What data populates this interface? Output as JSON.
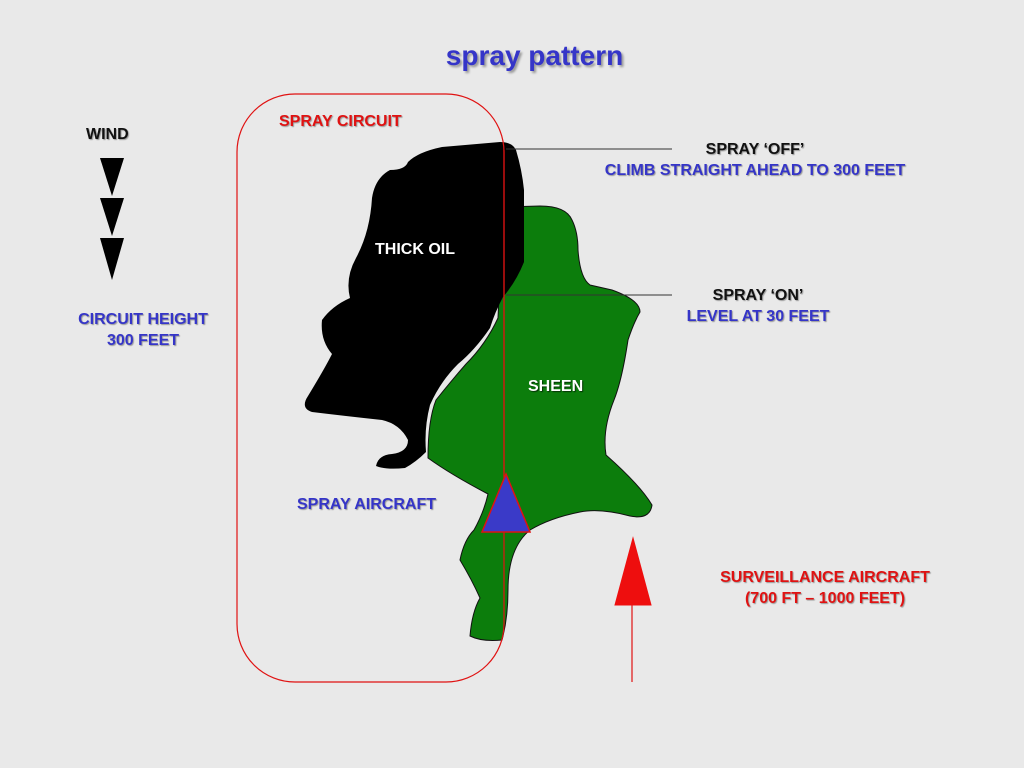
{
  "title": "spray pattern",
  "wind": {
    "label": "WIND",
    "icon": "down-arrow-icon"
  },
  "circuit_height": {
    "line1": "CIRCUIT HEIGHT",
    "line2": "300 FEET"
  },
  "spray_circuit": {
    "label": "SPRAY CIRCUIT"
  },
  "thick_oil": {
    "label": "THICK OIL"
  },
  "sheen": {
    "label": "SHEEN"
  },
  "spray_off": {
    "label": "SPRAY ‘OFF’",
    "instruction": "CLIMB STRAIGHT AHEAD TO 300 FEET"
  },
  "spray_on": {
    "label": "SPRAY ‘ON’",
    "instruction": "LEVEL AT 30 FEET"
  },
  "spray_aircraft": {
    "label": "SPRAY AIRCRAFT"
  },
  "surveillance_aircraft": {
    "line1": "SURVEILLANCE AIRCRAFT",
    "line2": "(700 FT – 1000 FEET)"
  },
  "colors": {
    "background": "#e9e9e9",
    "thick_oil": "#000000",
    "sheen": "#0c7d0c",
    "circuit": "#e01212",
    "spray_aircraft": "#3a3ac8",
    "surveillance_aircraft": "#ee0e0e",
    "title": "#3535c8"
  }
}
